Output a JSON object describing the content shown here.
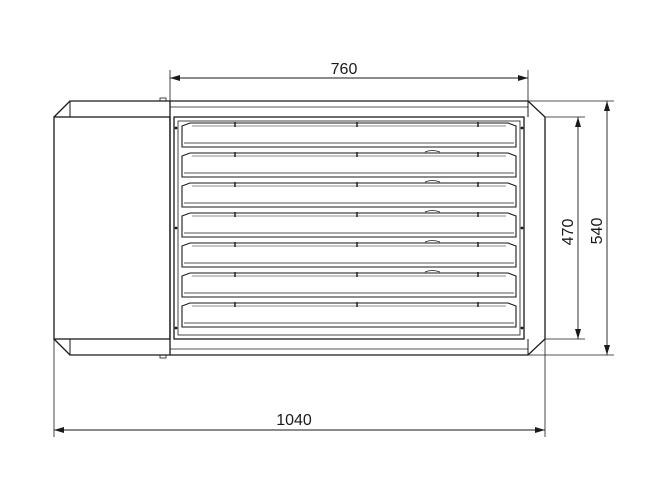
{
  "dimensions": {
    "top_width": "760",
    "overall_width": "1040",
    "inner_height": "470",
    "overall_height": "540"
  },
  "louver_count": 7
}
